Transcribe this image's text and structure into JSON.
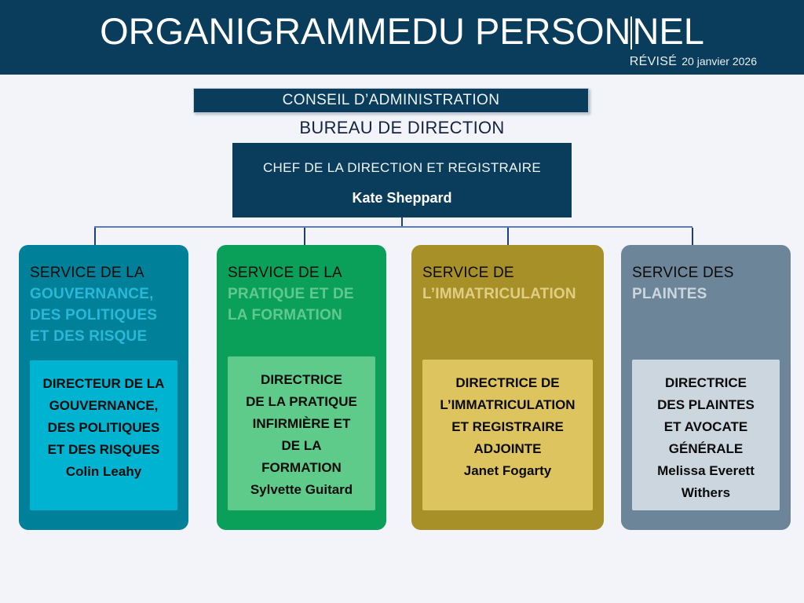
{
  "header": {
    "title_before_caret": "ORGANIGRAMMEDU PERSON",
    "title_after_caret": "NEL",
    "full_title": "ORGANIGRAMMEDU PERSONNEL",
    "revised_label": "RÉVISÉ",
    "revised_date": "20 janvier 2026",
    "band_color": "#0a3d5c",
    "title_color": "#ffffff"
  },
  "page": {
    "background_color": "#f2f4f9"
  },
  "top_nodes": {
    "board": {
      "label": "CONSEIL D’ADMINISTRATION",
      "box_color": "#0a3d5c"
    },
    "executive_office": {
      "label": "BUREAU DE DIRECTION",
      "text_color": "#14233f"
    },
    "ceo": {
      "role": "CHEF DE LA DIRECTION ET REGISTRAIRE",
      "name": "Kate Sheppard",
      "box_color": "#0a3d5c"
    }
  },
  "connectors": {
    "line_color": "#1d3f78",
    "bus_color": "#5f7cb5",
    "branch_count": 4
  },
  "departments": [
    {
      "head_lead": "SERVICE DE LA",
      "head_accent": "GOUVERNANCE, DES POLITIQUES ET  DES RISQUE",
      "role_lines": "DIRECTEUR DE LA\nGOUVERNANCE,\nDES POLITIQUES\nET  DES RISQUES",
      "person": "Colin Leahy",
      "card_color": "#008099",
      "panel_color": "#00b4d1",
      "accent_text_color": "#2bb8d6"
    },
    {
      "head_lead": "SERVICE DE LA",
      "head_accent": "PRATIQUE ET DE LA FORMATION",
      "role_lines": "DIRECTRICE\nDE LA PRATIQUE\nINFIRMIÈRE ET\nDE LA\nFORMATION",
      "person": "Sylvette Guitard",
      "card_color": "#0aa05a",
      "panel_color": "#5ecb8a",
      "accent_text_color": "#62c98c"
    },
    {
      "head_lead": "SERVICE DE",
      "head_accent": "L’IMMATRICULATION",
      "role_lines": "DIRECTRICE DE\nL’IMMATRICULATION\nET REGISTRAIRE\nADJOINTE",
      "person": "Janet Fogarty",
      "card_color": "#a89028",
      "panel_color": "#ddc45f",
      "accent_text_color": "#e0ce85"
    },
    {
      "head_lead": "SERVICE DES",
      "head_accent": "PLAINTES",
      "role_lines": "DIRECTRICE\nDES PLAINTES\nET AVOCATE\nGÉNÉRALE",
      "person": "Melissa Everett Withers",
      "card_color": "#6d8599",
      "panel_color": "#ccd6de",
      "accent_text_color": "#ccd6de"
    }
  ]
}
